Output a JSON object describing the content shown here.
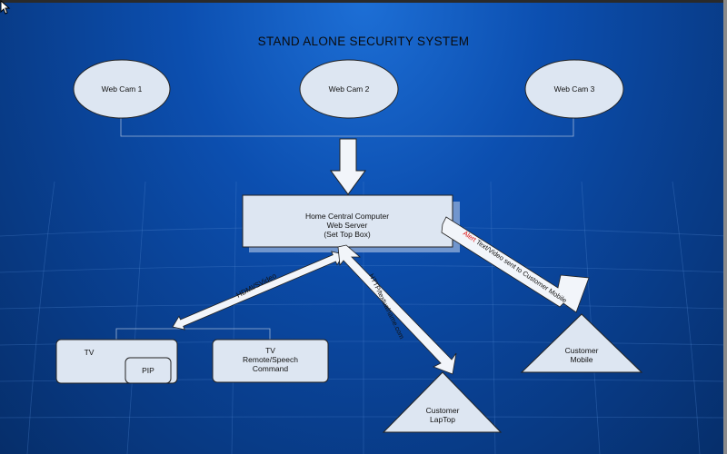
{
  "title": "STAND ALONE SECURITY SYSTEM",
  "webcams": [
    "Web Cam 1",
    "Web Cam 2",
    "Web Cam 3"
  ],
  "server": {
    "line1": "Home Central Computer",
    "line2": "Web Server",
    "line3": "(Set Top Box)"
  },
  "tv": {
    "label": "TV",
    "pip": "PIP"
  },
  "tv_remote": {
    "line1": "TV",
    "line2": "Remote/Speech",
    "line3": "Command"
  },
  "customer_laptop": {
    "line1": "Customer",
    "line2": "LapTop"
  },
  "customer_mobile": {
    "line1": "Customer",
    "line2": "Mobile"
  },
  "connections": {
    "hdmi": "HDMI/SVideo",
    "http": "HTTP/textualname.com",
    "alert_word": "Alert",
    "alert_rest": " Text/Video sent to Customer Mobile"
  },
  "colors": {
    "shape_fill": "#dde6f2",
    "alert_red": "#e01010"
  }
}
